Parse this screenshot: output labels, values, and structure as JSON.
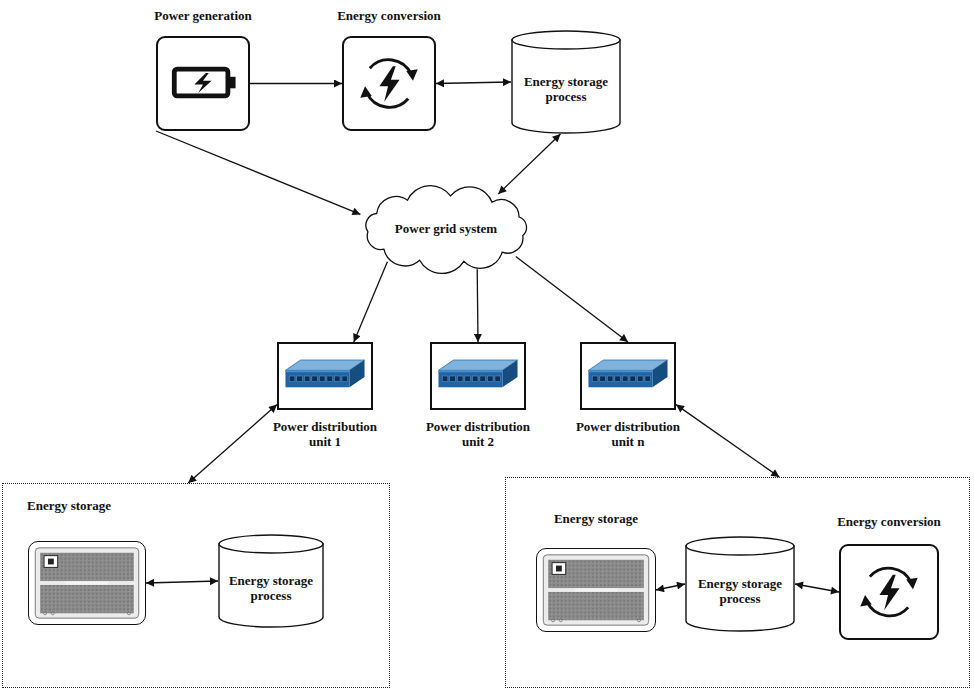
{
  "diagram": {
    "nodes": [
      {
        "text": [
          "Power generation"
        ]
      },
      {
        "text": [
          "Energy conversion"
        ]
      },
      {
        "text": [
          "Energy storage process"
        ]
      },
      {
        "text": [
          "Power grid system"
        ]
      },
      {
        "text": [
          "Power distribution unit 1"
        ]
      },
      {
        "text": [
          "Power distribution unit 2"
        ]
      },
      {
        "text": [
          "Power distribution unit n"
        ]
      },
      {
        "text": []
      },
      {
        "text": [
          "Energy storage"
        ],
        "in": 7
      },
      {
        "text": [
          "Energy storage process"
        ],
        "in": 7
      },
      {
        "text": []
      },
      {
        "text": [
          "Energy storage"
        ],
        "in": 10
      },
      {
        "text": [
          "Energy storage process"
        ],
        "in": 10
      },
      {
        "text": [
          "Energy conversion"
        ],
        "in": 10
      }
    ],
    "edges": [
      {
        "from": 0,
        "to": 1,
        "arrow": "to"
      },
      {
        "from": 1,
        "to": 2,
        "arrow": "both"
      },
      {
        "from": 0,
        "to": 3,
        "arrow": "to"
      },
      {
        "from": 2,
        "to": 3,
        "arrow": "both"
      },
      {
        "from": 3,
        "to": 4,
        "arrow": "to"
      },
      {
        "from": 3,
        "to": 5,
        "arrow": "to"
      },
      {
        "from": 3,
        "to": 6,
        "arrow": "to"
      },
      {
        "from": 4,
        "to": 7,
        "arrow": "both"
      },
      {
        "from": 8,
        "to": 9,
        "arrow": "both"
      },
      {
        "from": 6,
        "to": 10,
        "arrow": "both"
      },
      {
        "from": 11,
        "to": 12,
        "arrow": "both"
      },
      {
        "from": 12,
        "to": 13,
        "arrow": "both"
      }
    ]
  }
}
